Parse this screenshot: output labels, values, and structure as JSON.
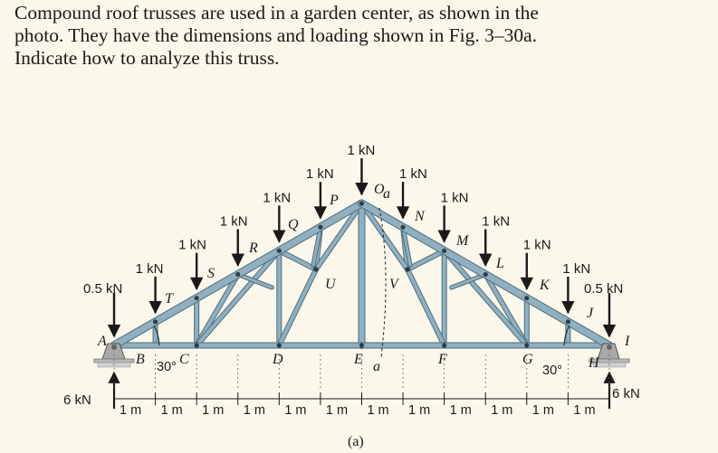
{
  "problem": {
    "line1": "Compound roof trusses are used in a garden center, as shown in the",
    "line2": "photo. They have the dimensions and loading shown in Fig. 3–30a.",
    "line3": "Indicate how to analyze this truss."
  },
  "figure": {
    "caption": "(a)",
    "loads": [
      {
        "id": "A",
        "label": "0.5 kN"
      },
      {
        "id": "T",
        "label": "1 kN"
      },
      {
        "id": "S",
        "label": "1 kN"
      },
      {
        "id": "R",
        "label": "1 kN"
      },
      {
        "id": "Q",
        "label": "1 kN"
      },
      {
        "id": "P",
        "label": "1 kN"
      },
      {
        "id": "O",
        "label": "1 kN"
      },
      {
        "id": "N",
        "label": "1 kN"
      },
      {
        "id": "M",
        "label": "1 kN"
      },
      {
        "id": "L",
        "label": "1 kN"
      },
      {
        "id": "K",
        "label": "1 kN"
      },
      {
        "id": "J",
        "label": "1 kN"
      },
      {
        "id": "I",
        "label": "0.5 kN"
      }
    ],
    "joint_letters": [
      "A",
      "B",
      "C",
      "D",
      "E",
      "F",
      "G",
      "H",
      "I",
      "J",
      "K",
      "L",
      "M",
      "N",
      "O",
      "P",
      "Q",
      "R",
      "S",
      "T",
      "U",
      "V"
    ],
    "section_letter": "a",
    "angles": {
      "left": "30°",
      "right": "30°"
    },
    "reactions": {
      "left": "6 kN",
      "right": "6 kN"
    },
    "spacing_label": "1 m",
    "spacing_count": 12,
    "colors": {
      "member": "#8fb0c0",
      "member_edge": "#4f6d7c",
      "support": "#a9a9a9",
      "background": "#fbf7eb"
    }
  }
}
